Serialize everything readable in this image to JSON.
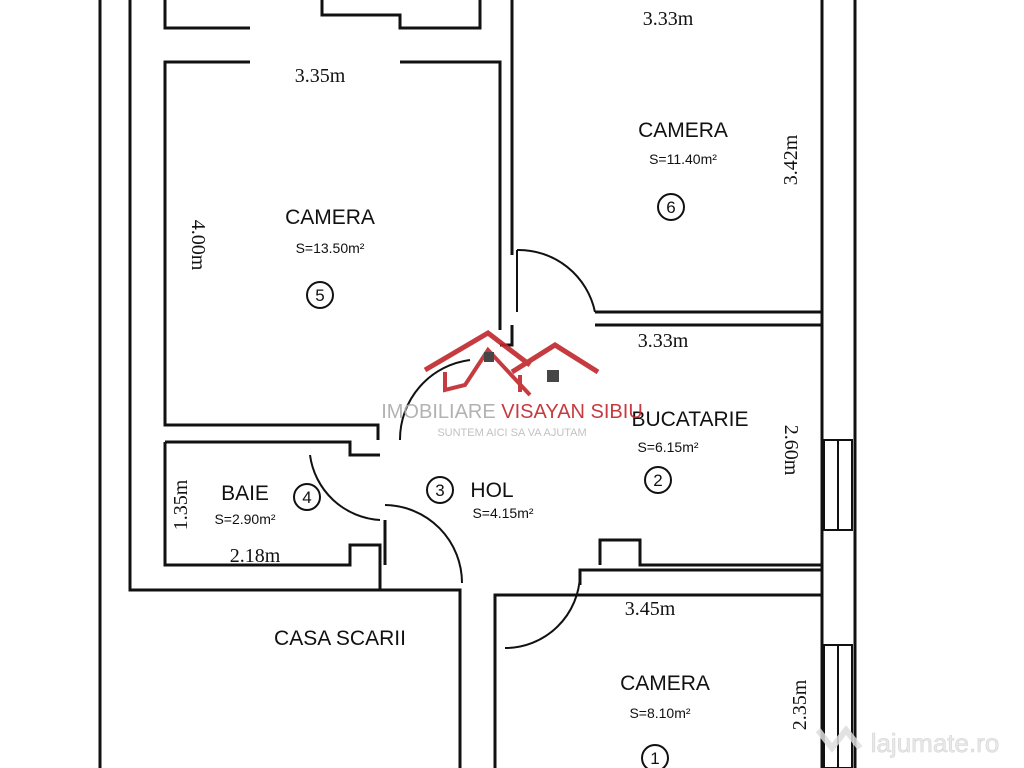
{
  "plan": {
    "rooms": [
      {
        "id": "5",
        "name": "CAMERA",
        "area": "S=13.50m²",
        "width": "3.35m",
        "height": "4.00m"
      },
      {
        "id": "6",
        "name": "CAMERA",
        "area": "S=11.40m²",
        "width": "3.33m",
        "height": "3.42m"
      },
      {
        "id": "2",
        "name": "BUCATARIE",
        "area": "S=6.15m²",
        "width": "3.33m",
        "height": "2.60m"
      },
      {
        "id": "4",
        "name": "BAIE",
        "area": "S=2.90m²",
        "width": "2.18m",
        "height": "1.35m"
      },
      {
        "id": "3",
        "name": "HOL",
        "area": "S=4.15m²"
      },
      {
        "id": "1",
        "name": "CAMERA",
        "area": "S=8.10m²",
        "width": "3.45m",
        "height": "2.35m"
      }
    ],
    "stair_label": "CASA SCARII"
  },
  "watermark": {
    "line1a": "IMOBILIARE ",
    "line1b": "VISAYAN SIBIU",
    "line2": "SUNTEM AICI SA VA AJUTAM",
    "color": "#c0262c"
  },
  "site_watermark": "lajumate.ro"
}
